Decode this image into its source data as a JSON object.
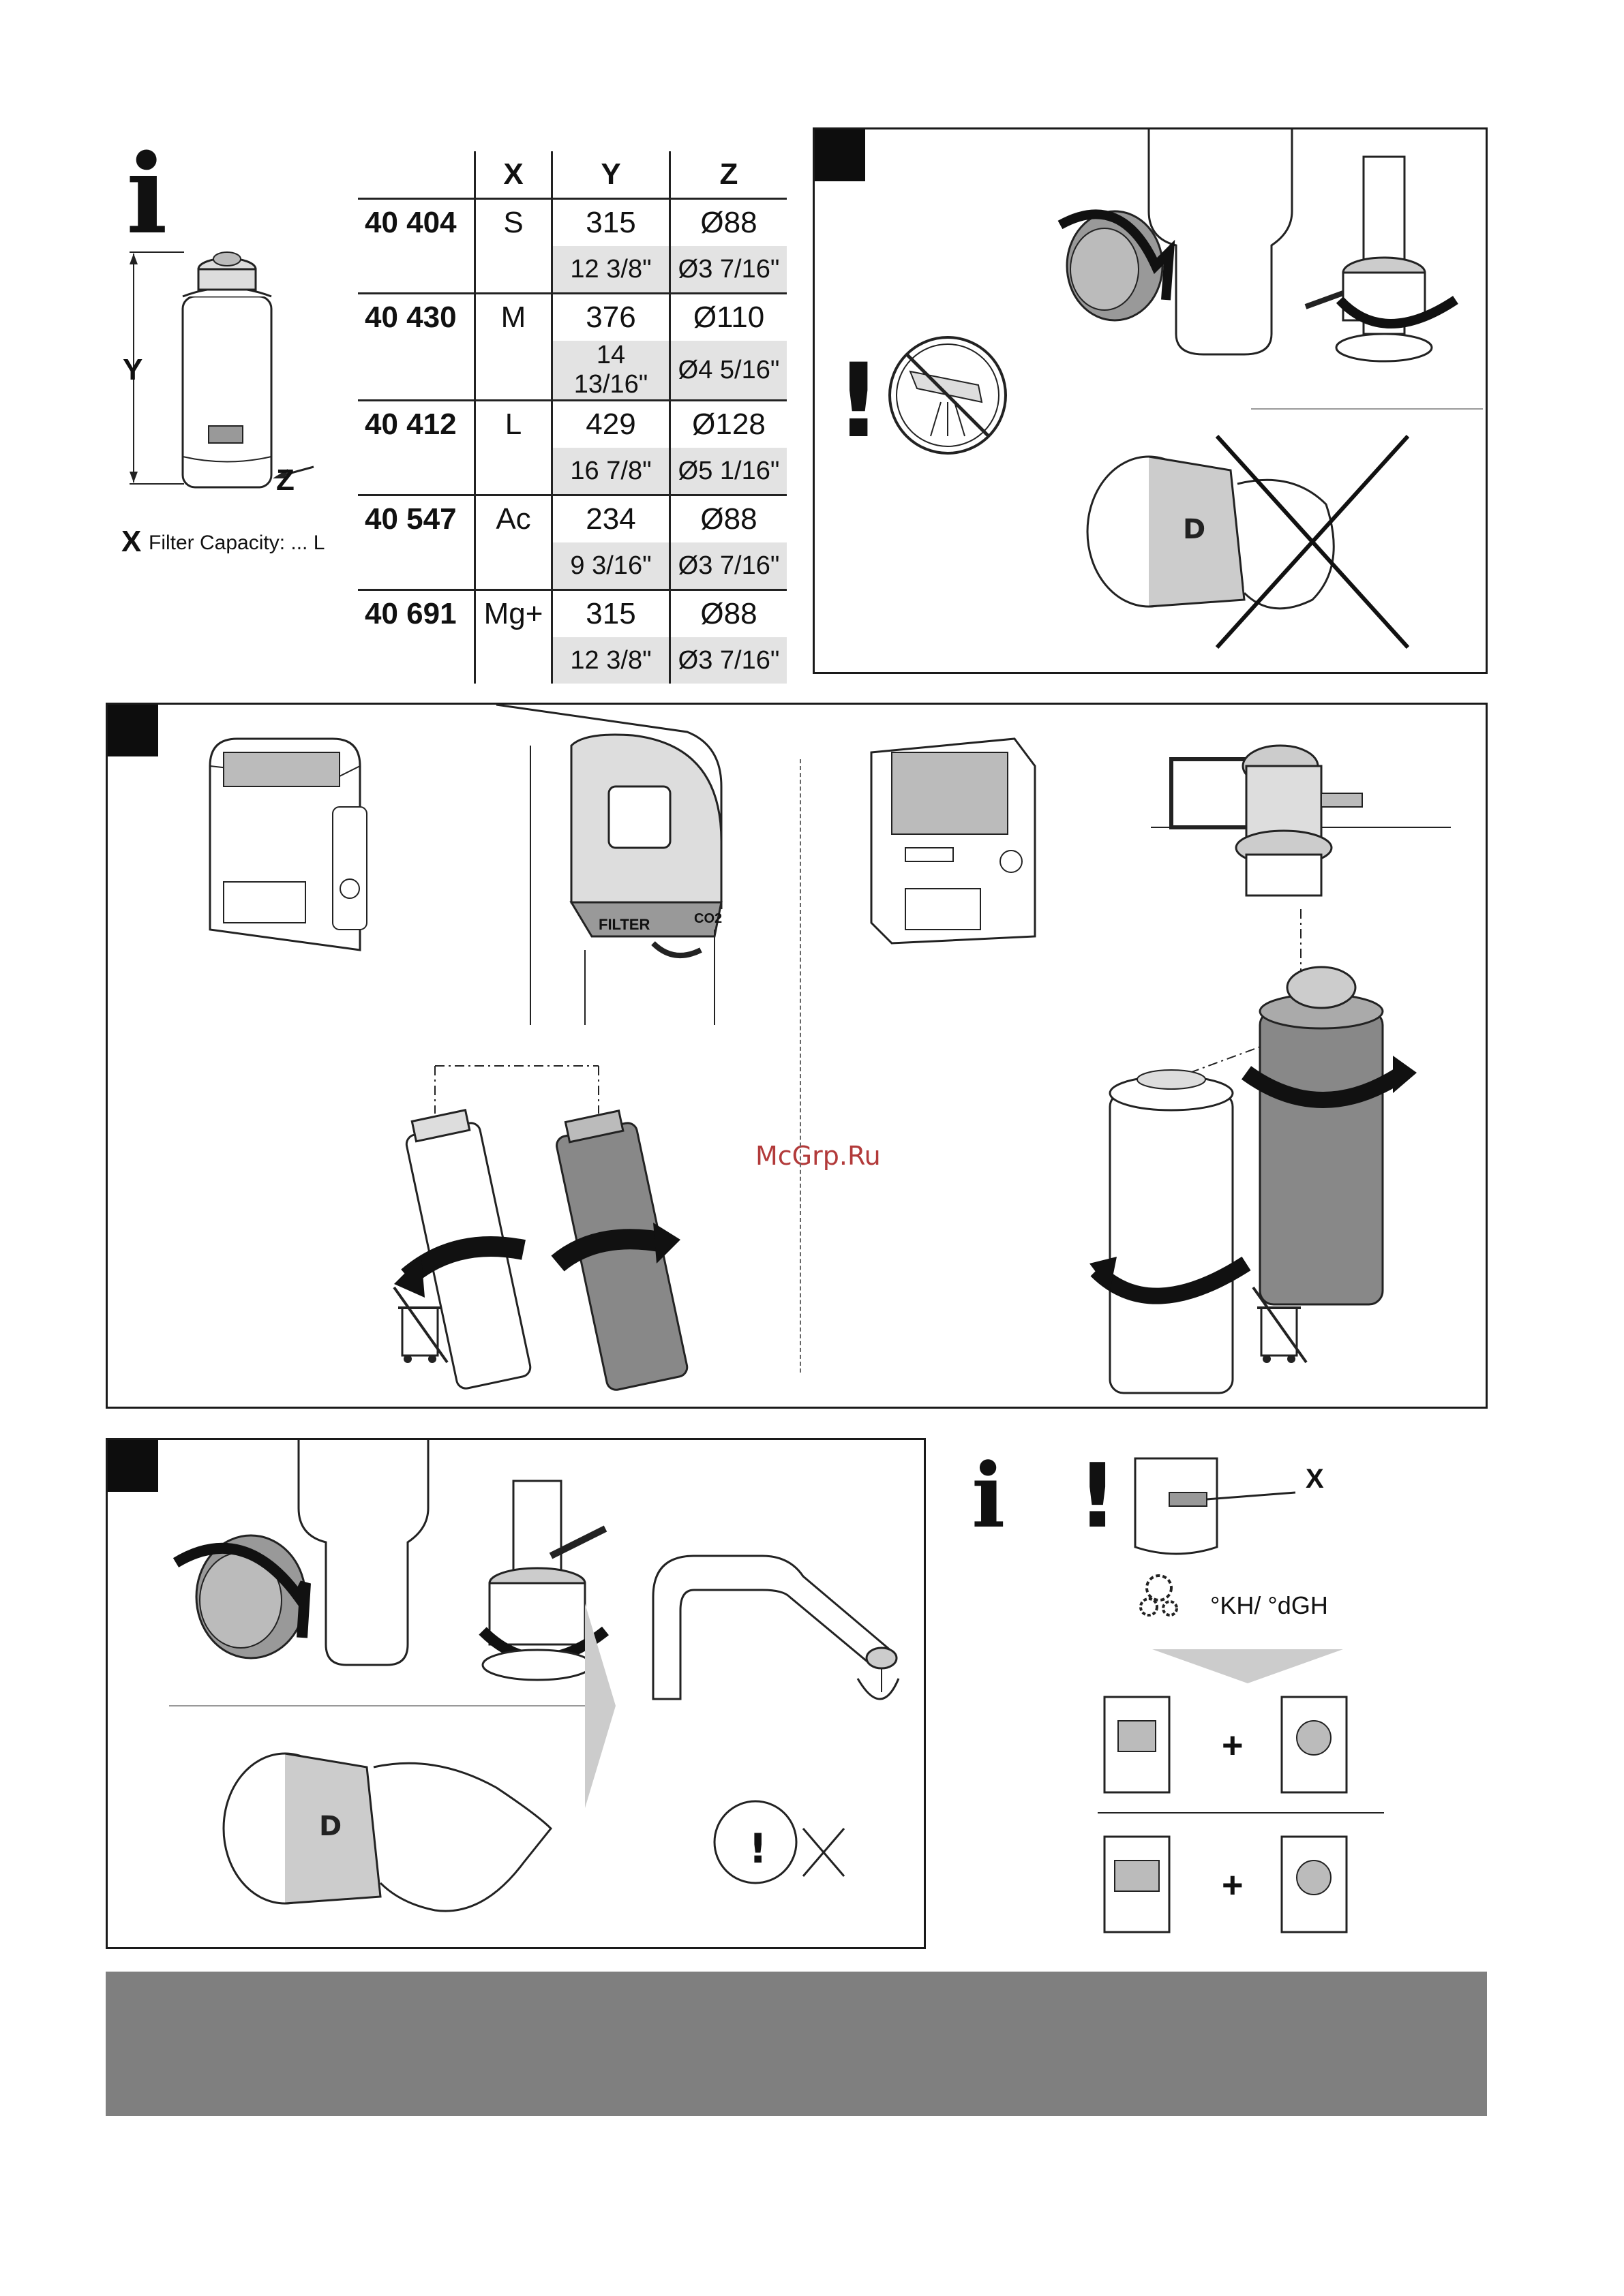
{
  "info": {
    "dim_y": "Y",
    "dim_z": "Z",
    "dim_x": "X",
    "filter_capacity": "Filter Capacity: ... L"
  },
  "table": {
    "headers": [
      "X",
      "Y",
      "Z"
    ],
    "rows": [
      {
        "art": "40 404",
        "x": "S",
        "y": "315",
        "z": "Ø88",
        "y_in": "12 3/8\"",
        "z_in": "Ø3 7/16\""
      },
      {
        "art": "40 430",
        "x": "M",
        "y": "376",
        "z": "Ø110",
        "y_in": "14 13/16\"",
        "z_in": "Ø4 5/16\""
      },
      {
        "art": "40 412",
        "x": "L",
        "y": "429",
        "z": "Ø128",
        "y_in": "16 7/8\"",
        "z_in": "Ø5 1/16\""
      },
      {
        "art": "40 547",
        "x": "Ac",
        "y": "234",
        "z": "Ø88",
        "y_in": "9 3/16\"",
        "z_in": "Ø3 7/16\""
      },
      {
        "art": "40 691",
        "x": "Mg+",
        "y": "315",
        "z": "Ø88",
        "y_in": "12 3/8\"",
        "z_in": "Ø3 7/16\""
      }
    ]
  },
  "panel2": {
    "label_filter": "FILTER",
    "label_co2": "CO2",
    "watermark": "McGrp.Ru"
  },
  "info2": {
    "label_x": "X",
    "hardness": "°KH/ °dGH",
    "plus": "+"
  }
}
